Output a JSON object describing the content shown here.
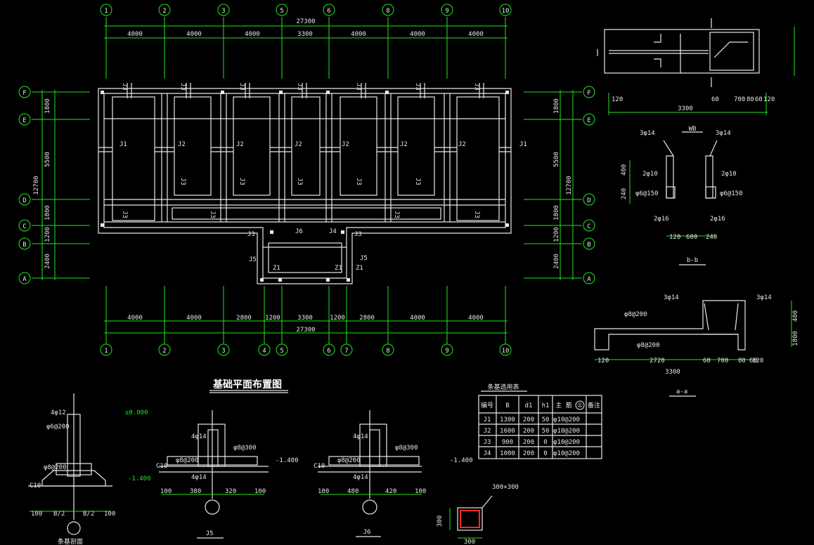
{
  "colors": {
    "background": "#000000",
    "line": "#e8e8e8",
    "axis": "#1ee61e",
    "accent": "#ff2a2a",
    "gold": "#ffd700"
  },
  "plan": {
    "title": "基础平面布置图",
    "axes_top": [
      "1",
      "2",
      "3",
      "5",
      "6",
      "8",
      "9",
      "10"
    ],
    "axes_bottom": [
      "1",
      "2",
      "3",
      "4",
      "5",
      "6",
      "7",
      "8",
      "9",
      "10"
    ],
    "axes_rows": [
      "F",
      "E",
      "D",
      "C",
      "B",
      "A"
    ],
    "top_total": "27300",
    "top_spans": [
      "4000",
      "4000",
      "4000",
      "3300",
      "4000",
      "4000",
      "4000"
    ],
    "bottom_total": "27300",
    "bottom_spans": [
      "4000",
      "4000",
      "2800",
      "1200",
      "3300",
      "1200",
      "2800",
      "4000",
      "4000"
    ],
    "left_spans": [
      "1800",
      "5500",
      "1800",
      "1200",
      "2400"
    ],
    "left_total": "12700",
    "right_spans": [
      "1800",
      "5500",
      "1800",
      "1200",
      "2400"
    ],
    "right_total": "12700",
    "labels": [
      "J1",
      "J2",
      "J3",
      "J4",
      "J5",
      "J6",
      "Z1"
    ]
  },
  "table": {
    "title": "条基选用表",
    "headers": [
      "编号",
      "B",
      "d1",
      "h1",
      "主 筋",
      "①",
      "备注"
    ],
    "rows": [
      [
        "J1",
        "1300",
        "200",
        "50",
        "φ10@200",
        ""
      ],
      [
        "J2",
        "1600",
        "200",
        "50",
        "φ10@200",
        ""
      ],
      [
        "J3",
        "900",
        "200",
        "0",
        "φ10@200",
        ""
      ],
      [
        "J4",
        "1000",
        "200",
        "0",
        "φ10@200",
        ""
      ]
    ]
  },
  "sections": {
    "wb": {
      "title": "WB",
      "span": "3300",
      "dims": [
        "120",
        "60",
        "700",
        "80",
        "60",
        "120"
      ]
    },
    "bb": {
      "title": "b-b",
      "dims": [
        "120",
        "600",
        "240"
      ],
      "labels": [
        "3φ14",
        "3φ14",
        "2φ10",
        "2φ10",
        "φ6@150",
        "φ6@150",
        "2φ16",
        "2φ16"
      ],
      "vert": [
        "400",
        "240"
      ]
    },
    "aa": {
      "title": "a-a",
      "span": "3300",
      "dims": [
        "120",
        "2720",
        "60",
        "700",
        "80",
        "60",
        "120"
      ],
      "labels": [
        "3φ14",
        "3φ14",
        "φ8@200",
        "φ8@200"
      ],
      "vert": [
        "400",
        "1800"
      ]
    },
    "strip": {
      "title": "条基剖面",
      "levels": [
        "±0.000",
        "-1.400"
      ],
      "dims": [
        "100",
        "B/2",
        "B/2",
        "100"
      ],
      "labels": [
        "4φ12",
        "φ6@200",
        "φ8@200",
        "C10"
      ]
    },
    "j5": {
      "title": "J5",
      "level": "-1.400",
      "dims": [
        "100",
        "380",
        "320",
        "100"
      ],
      "labels": [
        "4φ14",
        "φ8@300",
        "φ8@200",
        "4φ14",
        "C10"
      ]
    },
    "j6": {
      "title": "J6",
      "level": "-1.400",
      "dims": [
        "100",
        "480",
        "420",
        "100"
      ],
      "labels": [
        "4φ14",
        "φ8@300",
        "φ8@200",
        "4φ14",
        "C10"
      ]
    },
    "column": {
      "title": "Z1",
      "dims": [
        "300",
        "300"
      ],
      "note": "300×300"
    }
  }
}
